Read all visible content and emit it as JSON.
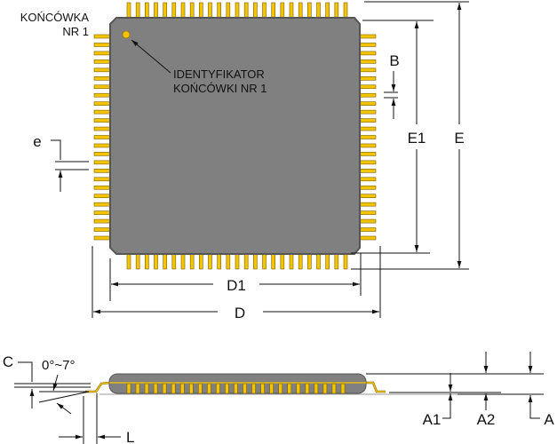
{
  "labels": {
    "pin1": [
      "KOŃCÓWKA",
      "NR 1"
    ],
    "pin1_identifier": [
      "IDENTYFIKATOR",
      "KOŃCÓWKI NR 1"
    ],
    "dim_B": "B",
    "dim_e": "e",
    "dim_E1": "E1",
    "dim_E": "E",
    "dim_D1": "D1",
    "dim_D": "D",
    "dim_C": "C",
    "angle": "0°~7°",
    "dim_L": "L",
    "dim_A1": "A1",
    "dim_A2": "A2",
    "dim_A": "A"
  },
  "package": {
    "pins_per_side": 25,
    "side_view_pins": 25,
    "colors": {
      "body": "#808080",
      "body_edge": "#555555",
      "pin": "#f5c400",
      "pin_outline": "#7a6000",
      "line": "#111111"
    }
  }
}
